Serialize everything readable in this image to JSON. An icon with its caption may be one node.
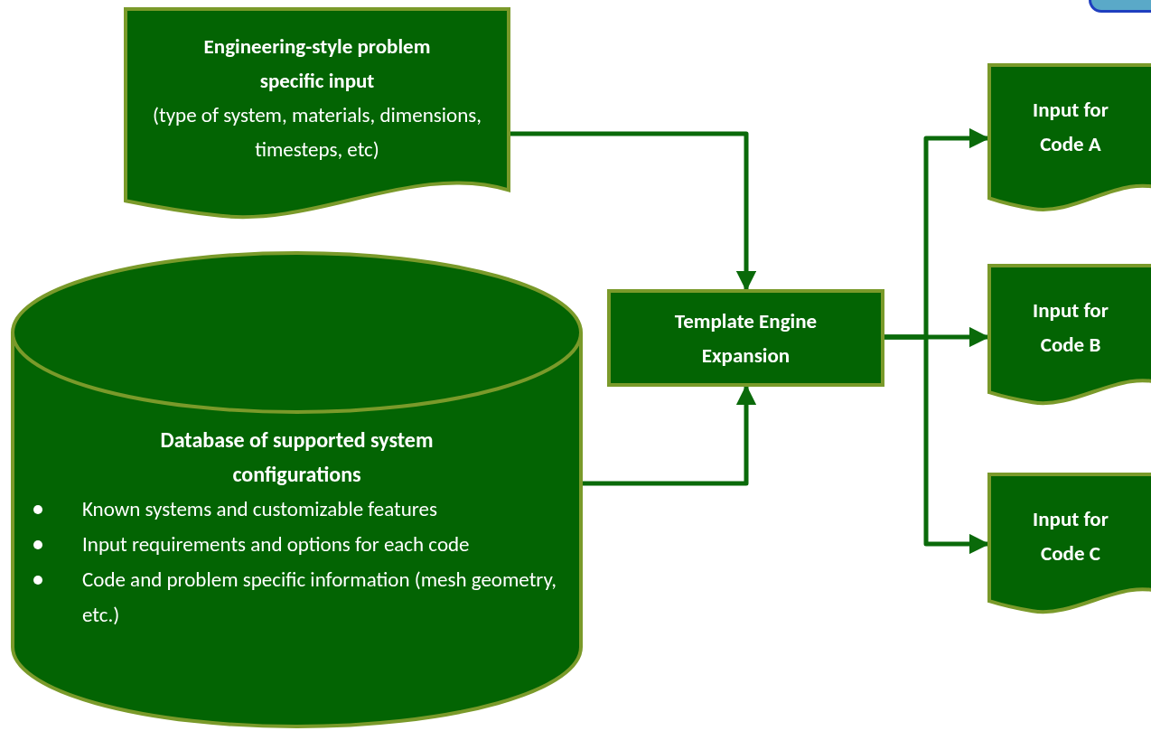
{
  "diagram": {
    "nodes": [
      {
        "text": [
          "Engineering-style problem specific input",
          "(type of system, materials, dimensions, timesteps, etc)"
        ]
      },
      {
        "text": [
          "Database of supported system configurations",
          "Known systems and customizable features",
          "Input requirements and options for each code",
          "Code and problem specific information (mesh geometry, etc.)"
        ]
      },
      {
        "text": [
          "Template Engine Expansion"
        ]
      },
      {
        "text": [
          "Input for Code A"
        ]
      },
      {
        "text": [
          "Input for Code B"
        ]
      },
      {
        "text": [
          "Input for Code C"
        ]
      }
    ],
    "edges": [
      {
        "from": 0,
        "to": 2,
        "arrow": "to"
      },
      {
        "from": 1,
        "to": 2,
        "arrow": "to"
      },
      {
        "from": 2,
        "to": 3,
        "arrow": "to"
      },
      {
        "from": 2,
        "to": 4,
        "arrow": "to"
      },
      {
        "from": 2,
        "to": 5,
        "arrow": "to"
      }
    ]
  }
}
